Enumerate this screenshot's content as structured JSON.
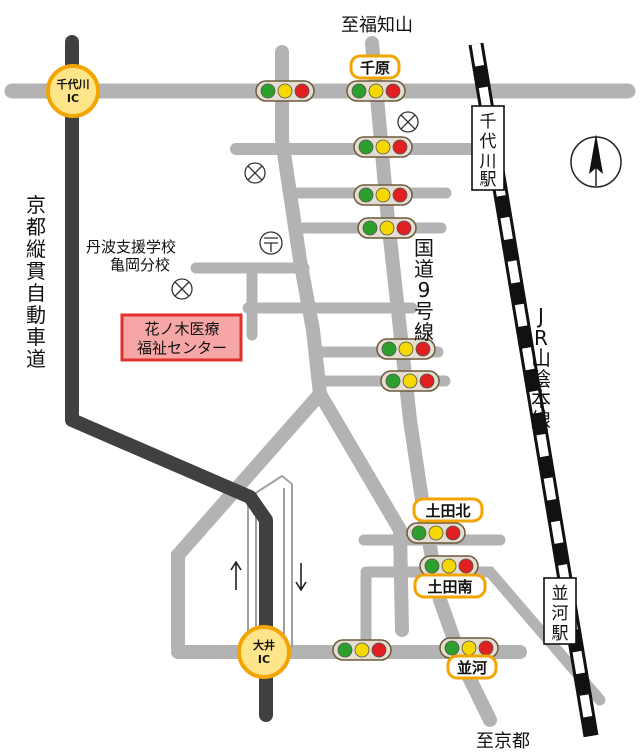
{
  "labels": {
    "to_fukuchiyama": "至福知山",
    "to_kyoto": "至京都",
    "expressway": "京都縦貫自動車道",
    "national_route": "国道9号線",
    "jr_line": "JR山陰本線",
    "school_line1": "丹波支援学校",
    "school_line2": "亀岡分校",
    "center_line1": "花ノ木医療",
    "center_line2": "福祉センター"
  },
  "ic": {
    "chiyokawa": [
      "千代川",
      "IC"
    ],
    "oi": [
      "大井",
      "IC"
    ]
  },
  "stations": {
    "chiyokawa": "千代川駅",
    "namikawa": "並河駅"
  },
  "intersections": {
    "senbara": "千原",
    "tsuchidakita": "土田北",
    "tsuchidaminami": "土田南",
    "namikawa": "並河"
  },
  "colors": {
    "road": "#b3b3b3",
    "expressway": "#404040",
    "accent_pill": "#f2a500",
    "center_fill": "#f7a6a6",
    "center_border": "#e0302d",
    "signal_green": "#2ca02c",
    "signal_yellow": "#f5d800",
    "signal_red": "#e02020"
  },
  "icons": [
    "traffic-signal-icon",
    "police-box-icon",
    "post-office-icon",
    "north-arrow-icon",
    "one-way-arrow-icon"
  ]
}
